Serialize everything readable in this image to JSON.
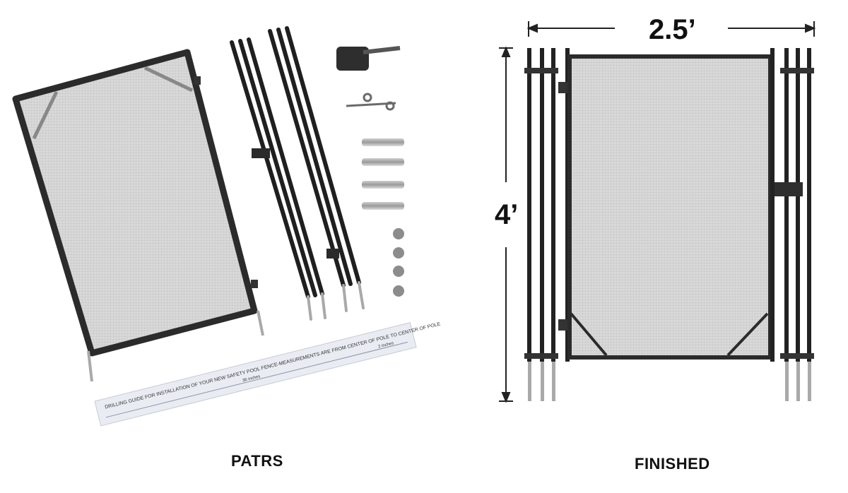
{
  "captions": {
    "left": "PATRS",
    "right": "FINISHED"
  },
  "dimensions": {
    "width": "2.5’",
    "height": "4’"
  },
  "drilling_guide": {
    "line1": "DRILLING GUIDE FOR INSTALLATION OF YOUR NEW SAFETY POOL FENCE-MEASUREMENTS ARE FROM CENTER OF POLE TO CENTER OF POLE",
    "inches_a": "36 inches",
    "inches_b": "2 inches"
  },
  "colors": {
    "frame": "#2b2b2b",
    "mesh": "#d8d8d8",
    "steel": "#a9a9a9",
    "label_paper": "#e9ecf2"
  }
}
